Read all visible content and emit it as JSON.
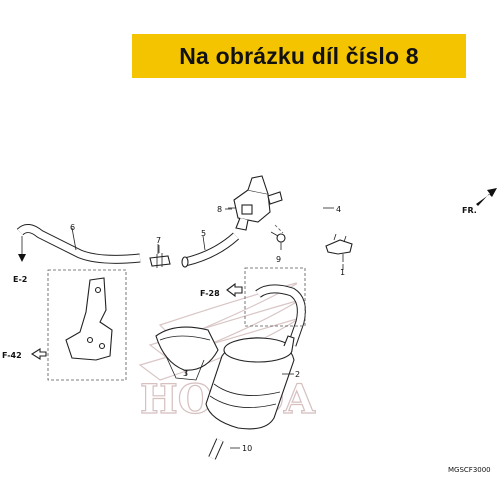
{
  "banner": {
    "text": "Na obrázku díl číslo 8"
  },
  "callouts": {
    "p1": "1",
    "p2": "2",
    "p3": "3",
    "p4": "4",
    "p5": "5",
    "p6": "6",
    "p7": "7",
    "p8": "8",
    "p9": "9",
    "p10": "10"
  },
  "refs": {
    "e2": "E-2",
    "f28": "F-28",
    "f42": "F-42",
    "fr": "FR."
  },
  "diagram_code": "MGSCF3000",
  "watermark": {
    "brand": "HONDA"
  },
  "colors": {
    "banner": "#f5c400",
    "ink": "#222222",
    "watermark": "#d6c0c0"
  }
}
